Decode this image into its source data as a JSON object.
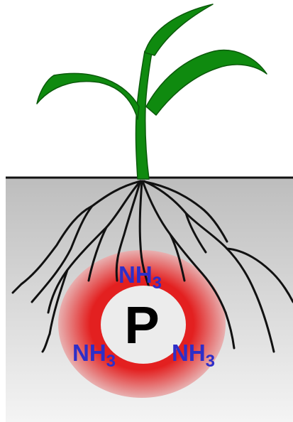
{
  "colors": {
    "sky": "#ffffff",
    "soil_top": "#bdbdbd",
    "soil_bottom": "#f4f4f4",
    "ground_line": "#111111",
    "plant": "#0f8a0f",
    "plant_outline": "#0b5a0b",
    "roots": "#111111",
    "zone_outer": "#e8b0b0",
    "zone_inner": "#e32020",
    "core": "#ececec",
    "label_blue": "#2e2ec8",
    "p_label": "#000000"
  },
  "labels": {
    "center": "P",
    "top": {
      "main": "NH",
      "sub": "3"
    },
    "left": {
      "main": "NH",
      "sub": "3"
    },
    "right": {
      "main": "NH",
      "sub": "3"
    }
  }
}
